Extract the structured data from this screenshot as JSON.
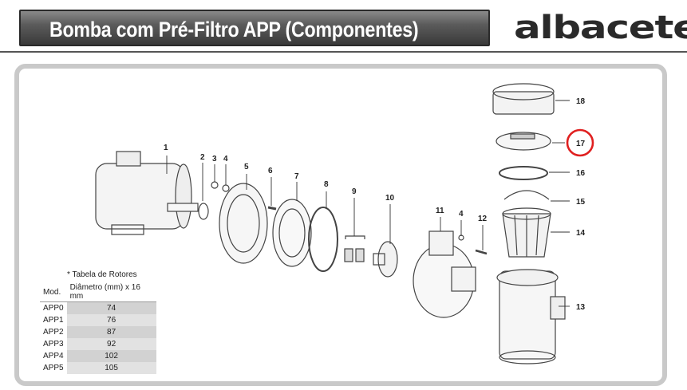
{
  "header": {
    "title": "Bomba com Pré-Filtro APP (Componentes)",
    "brand": "albacete"
  },
  "part_labels": [
    "1",
    "2",
    "3",
    "4",
    "5",
    "6",
    "7",
    "8",
    "9",
    "10",
    "11",
    "4",
    "12",
    "13",
    "14",
    "15",
    "16",
    "17",
    "18"
  ],
  "highlighted_label": "17",
  "highlight_color": "#e02020",
  "rotor_table": {
    "note": "* Tabela de Rotores",
    "columns": [
      "Mod.",
      "Diâmetro (mm) x 16 mm"
    ],
    "rows": [
      [
        "APP0",
        "74"
      ],
      [
        "APP1",
        "76"
      ],
      [
        "APP2",
        "87"
      ],
      [
        "APP3",
        "92"
      ],
      [
        "APP4",
        "102"
      ],
      [
        "APP5",
        "105"
      ]
    ]
  }
}
